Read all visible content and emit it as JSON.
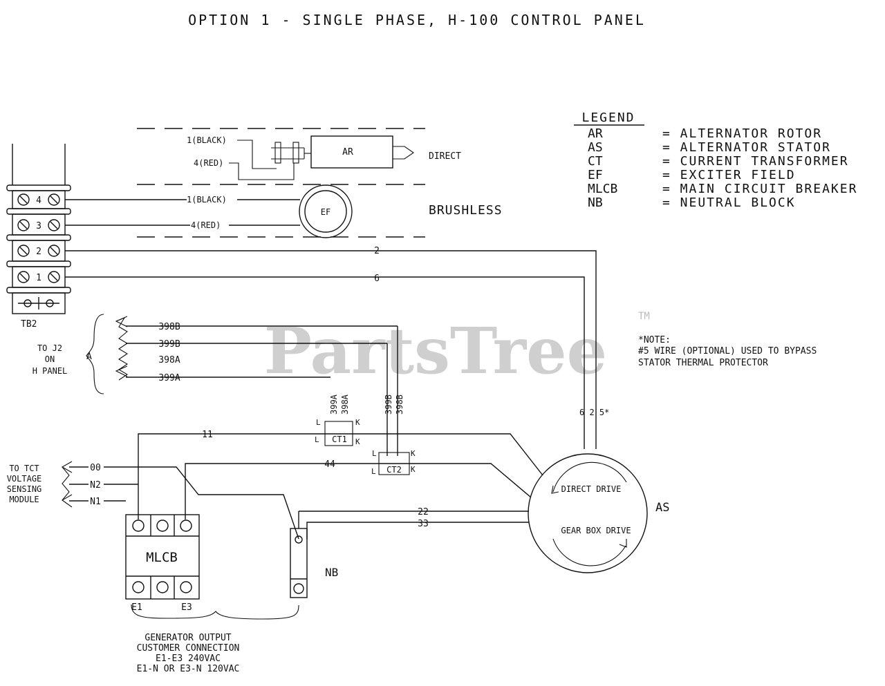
{
  "title": "OPTION 1 - SINGLE PHASE, H-100 CONTROL PANEL",
  "watermark": "PartsTree",
  "watermark_tm": "TM",
  "legend": {
    "heading": "LEGEND",
    "items": [
      {
        "code": "AR",
        "desc": "= ALTERNATOR ROTOR"
      },
      {
        "code": "AS",
        "desc": "= ALTERNATOR STATOR"
      },
      {
        "code": "CT",
        "desc": "= CURRENT TRANSFORMER"
      },
      {
        "code": "EF",
        "desc": "= EXCITER FIELD"
      },
      {
        "code": "MLCB",
        "desc": "= MAIN CIRCUIT BREAKER"
      },
      {
        "code": "NB",
        "desc": "= NEUTRAL BLOCK"
      }
    ]
  },
  "note": {
    "heading": "*NOTE:",
    "line1": "#5 WIRE (OPTIONAL) USED TO BYPASS",
    "line2": "STATOR THERMAL PROTECTOR"
  },
  "terminal_block": {
    "label": "TB2",
    "terminals": [
      "4",
      "3",
      "2",
      "1"
    ]
  },
  "direct": {
    "wire1": "1(BLACK)",
    "wire4": "4(RED)",
    "rotor": "AR",
    "label": "DIRECT"
  },
  "brushless": {
    "wire1": "1(BLACK)",
    "wire4": "4(RED)",
    "field": "EF",
    "label": "BRUSHLESS"
  },
  "wires": {
    "w2": "2",
    "w6": "6",
    "w11": "11",
    "w44": "44",
    "w22": "22",
    "w33": "33",
    "w00": "00",
    "wN2": "N2",
    "wN1": "N1",
    "stator_leads": "6  2  5*"
  },
  "connector": {
    "letter": "A",
    "lines": [
      "TO J2",
      "ON",
      "H PANEL"
    ],
    "wires": [
      "398B",
      "399B",
      "398A",
      "399A"
    ],
    "vertical_a": [
      "399A",
      "398A"
    ],
    "vertical_b": [
      "399B",
      "398B"
    ]
  },
  "ct1": {
    "label": "CT1",
    "l": "L",
    "k": "K"
  },
  "ct2": {
    "label": "CT2",
    "l": "L",
    "k": "K"
  },
  "sensing": {
    "lines": [
      "TO TCT",
      "VOLTAGE",
      "SENSING",
      "MODULE"
    ]
  },
  "mlcb": {
    "label": "MLCB",
    "e1": "E1",
    "e3": "E3"
  },
  "nb": {
    "label": "NB"
  },
  "stator": {
    "label": "AS",
    "direct_drive": "DIRECT DRIVE",
    "gear_box_drive": "GEAR BOX DRIVE"
  },
  "output": {
    "line1": "GENERATOR OUTPUT",
    "line2": "CUSTOMER CONNECTION",
    "line3": "E1-E3  240VAC",
    "line4": "E1-N OR E3-N 120VAC"
  }
}
